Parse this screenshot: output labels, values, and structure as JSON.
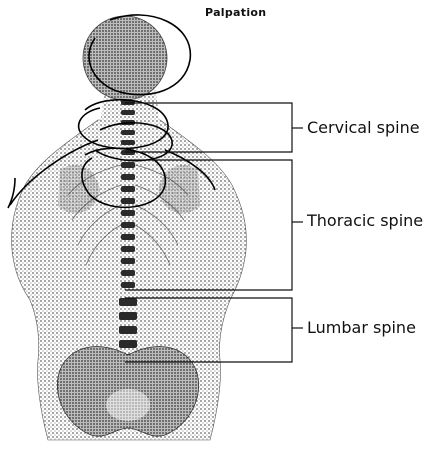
{
  "diagram": {
    "title": "Palpation",
    "regions": [
      {
        "id": "cervical",
        "label": "Cervical spine"
      },
      {
        "id": "thoracic",
        "label": "Thoracic spine"
      },
      {
        "id": "lumbar",
        "label": "Lumbar spine"
      }
    ],
    "colors": {
      "ink": "#111111",
      "stipple": "#6b6b6b",
      "background": "#ffffff"
    }
  }
}
